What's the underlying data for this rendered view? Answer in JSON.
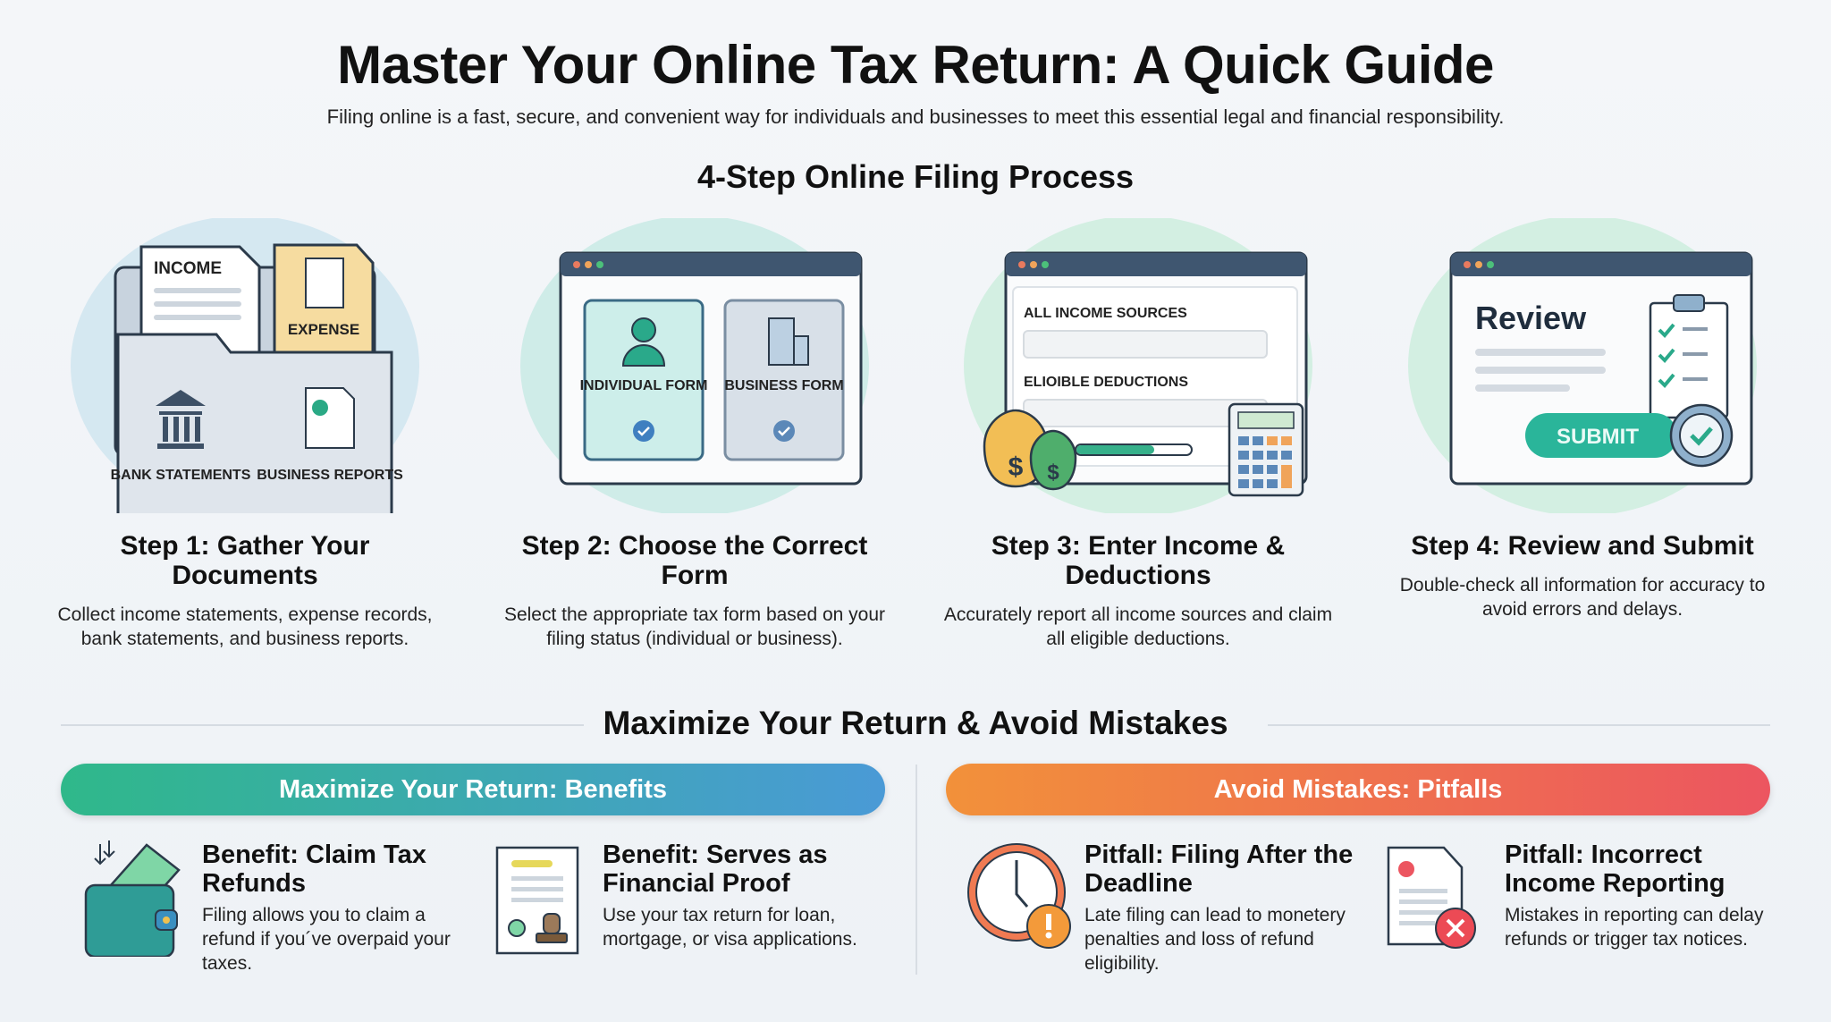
{
  "header": {
    "title": "Master Your Online Tax Return: A Quick Guide",
    "subtitle": "Filing online is a fast, secure, and convenient way for individuals and businesses to meet this essential legal and financial responsibility."
  },
  "process": {
    "heading": "4-Step Online Filing Process",
    "steps": [
      {
        "title": "Step 1: Gather Your Documents",
        "description": "Collect income statements, expense records, bank statements, and business reports.",
        "illustration": {
          "income_label": "INCOME",
          "expense_label": "EXPENSE",
          "bank_label": "BANK STATEMENTS",
          "reports_label": "BUSINESS REPORTS"
        }
      },
      {
        "title": "Step 2: Choose the Correct Form",
        "description": "Select the appropriate tax form based on your filing status (individual or business).",
        "illustration": {
          "individual_label": "INDIVIDUAL FORM",
          "business_label": "BUSINESS FORM"
        }
      },
      {
        "title": "Step 3: Enter Income & Deductions",
        "description": "Accurately report all income sources and claim all eligible deductions.",
        "illustration": {
          "income_label": "ALL INCOME SOURCES",
          "deductions_label": "ELIOIBLE DEDUCTIONS",
          "progress": 0.68
        }
      },
      {
        "title": "Step 4: Review and Submit",
        "description": "Double-check all information for accuracy to avoid errors and delays.",
        "illustration": {
          "review_label": "Review",
          "submit_label": "SUBMIT"
        }
      }
    ]
  },
  "tips": {
    "heading": "Maximize Your Return & Avoid Mistakes",
    "benefits": {
      "label": "Maximize Your Return: Benefits",
      "colors": [
        "#2fb88a",
        "#4a9ad6"
      ],
      "items": [
        {
          "icon": "wallet-money-icon",
          "title": "Benefit: Claim Tax Refunds",
          "description": "Filing allows you to claim a refund if you´ve overpaid your taxes."
        },
        {
          "icon": "certificate-stamp-icon",
          "title": "Benefit: Serves as Financial Proof",
          "description": "Use your tax return for loan, mortgage, or visa applications."
        }
      ]
    },
    "pitfalls": {
      "label": "Avoid Mistakes: Pitfalls",
      "colors": [
        "#f2913a",
        "#ec5560"
      ],
      "items": [
        {
          "icon": "clock-warning-icon",
          "title": "Pitfall: Filing After the Deadline",
          "description": "Late filing can lead to monetery penalties and loss of refund eligibility."
        },
        {
          "icon": "document-error-icon",
          "title": "Pitfall: Incorrect Income Reporting",
          "description": "Mistakes in reporting can delay refunds or trigger tax notices."
        }
      ]
    }
  }
}
